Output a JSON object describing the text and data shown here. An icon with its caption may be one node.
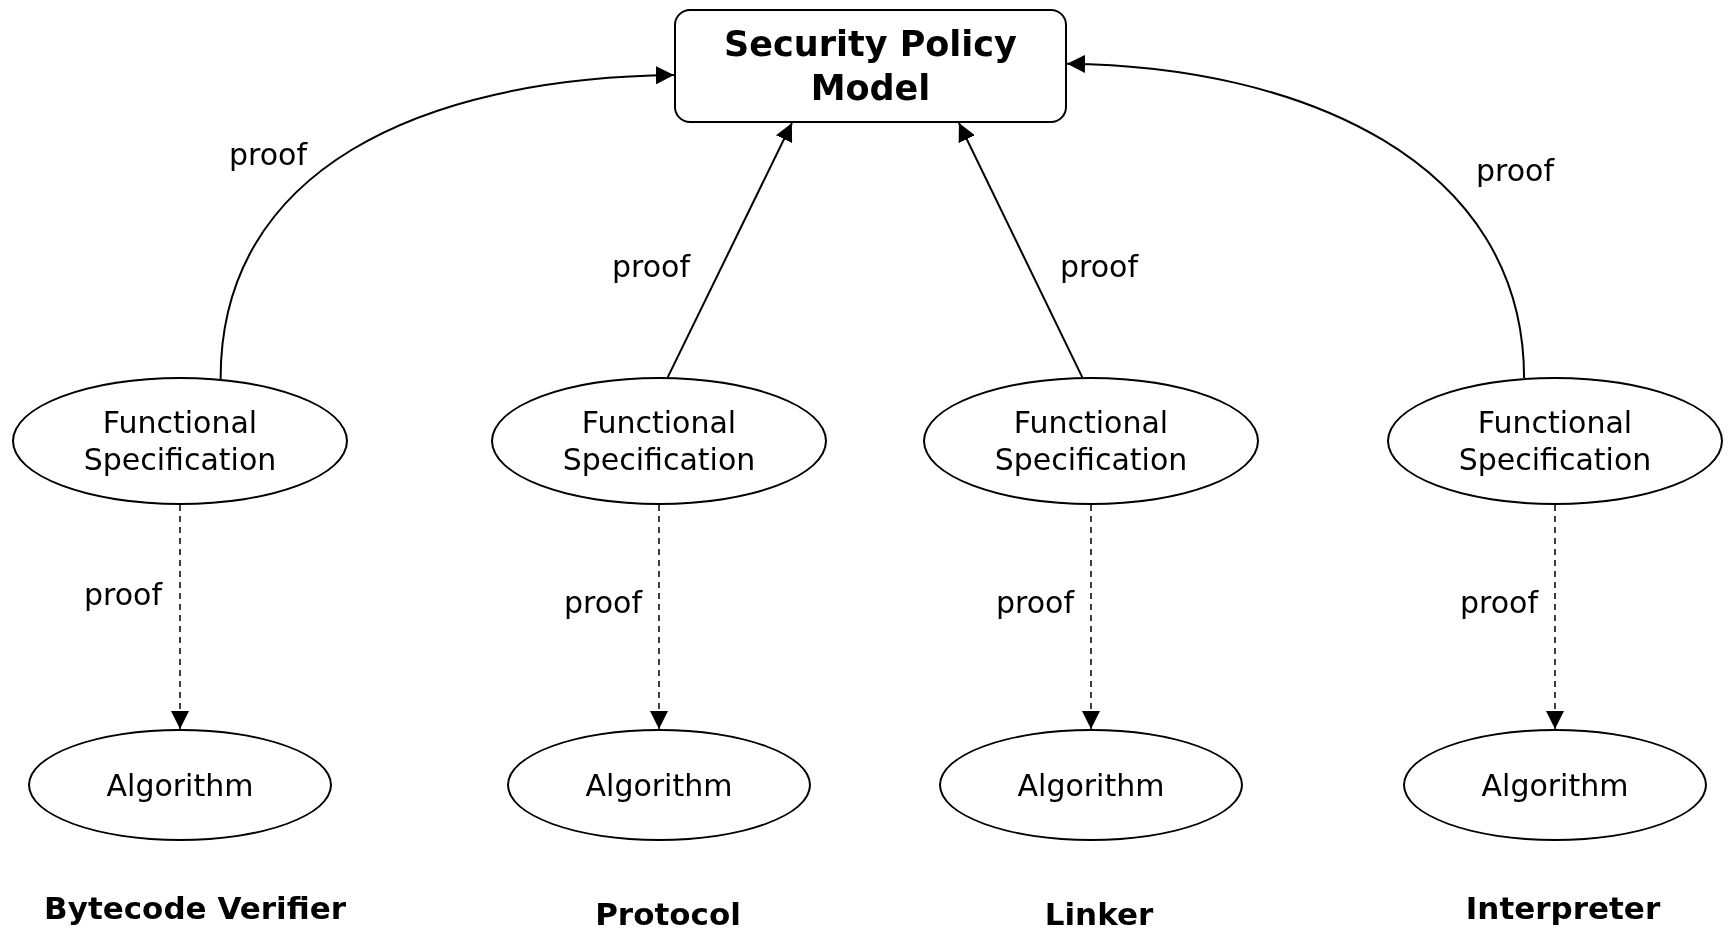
{
  "diagram": {
    "nodes": [
      {
        "text": [
          "Security Policy Model"
        ]
      },
      {
        "text": [
          "Functional Specification"
        ]
      },
      {
        "text": [
          "Functional Specification"
        ]
      },
      {
        "text": [
          "Functional Specification"
        ]
      },
      {
        "text": [
          "Functional Specification"
        ]
      },
      {
        "text": [
          "Algorithm"
        ]
      },
      {
        "text": [
          "Algorithm"
        ]
      },
      {
        "text": [
          "Algorithm"
        ]
      },
      {
        "text": [
          "Algorithm"
        ]
      }
    ],
    "edges": [
      {
        "from": 1,
        "to": 0,
        "arrow": "to",
        "label": "proof"
      },
      {
        "from": 2,
        "to": 0,
        "arrow": "to",
        "label": "proof"
      },
      {
        "from": 3,
        "to": 0,
        "arrow": "to",
        "label": "proof"
      },
      {
        "from": 4,
        "to": 0,
        "arrow": "to",
        "label": "proof"
      },
      {
        "from": 1,
        "to": 5,
        "arrow": "to",
        "label": "proof",
        "style": "dashed"
      },
      {
        "from": 2,
        "to": 6,
        "arrow": "to",
        "label": "proof",
        "style": "dashed"
      },
      {
        "from": 3,
        "to": 7,
        "arrow": "to",
        "label": "proof",
        "style": "dashed"
      },
      {
        "from": 4,
        "to": 8,
        "arrow": "to",
        "label": "proof",
        "style": "dashed"
      }
    ],
    "labels": [
      "Bytecode Verifier",
      "Protocol",
      "Linker",
      "Interpreter"
    ]
  }
}
